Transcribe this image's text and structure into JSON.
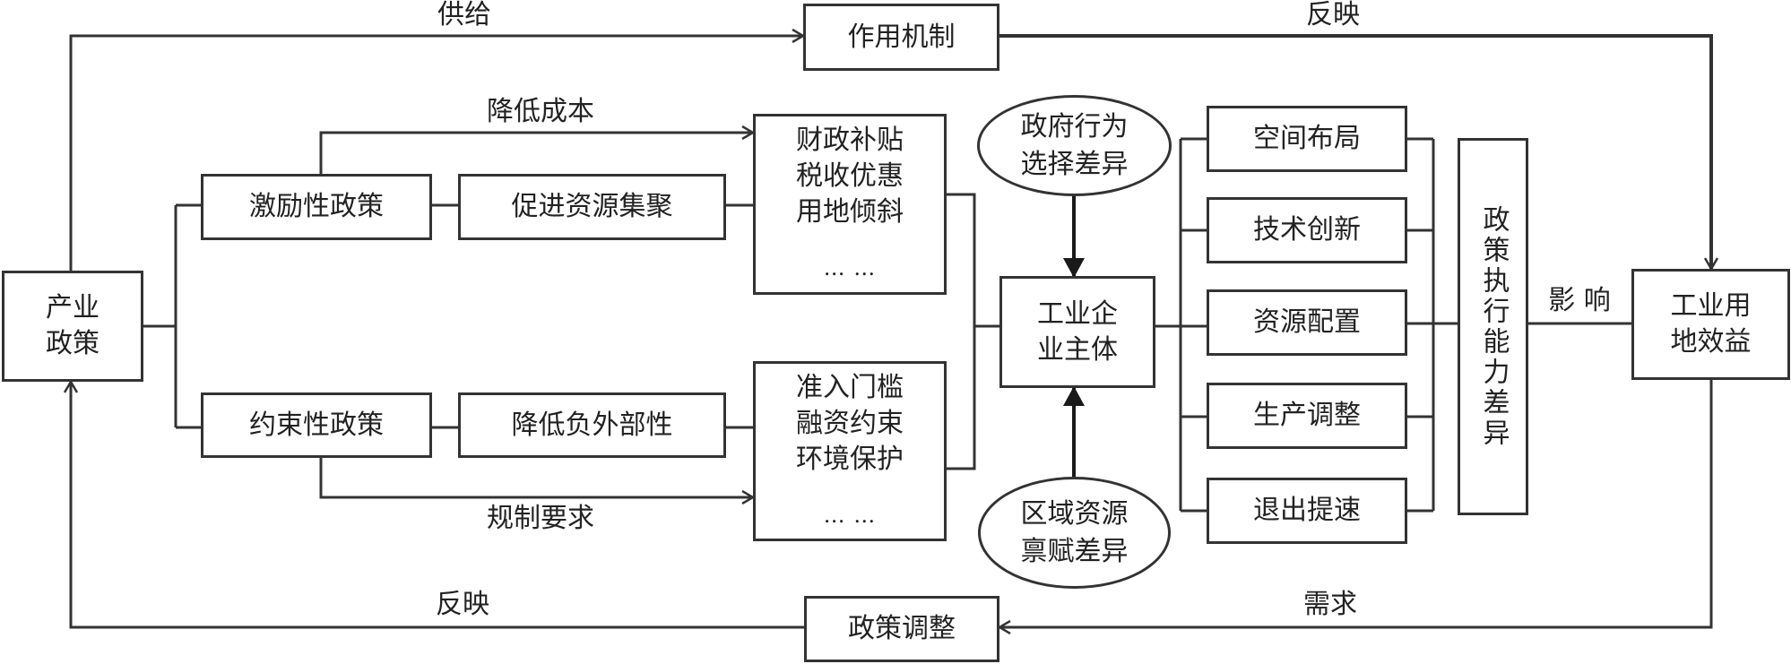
{
  "diagram": {
    "nodes": {
      "industrial_policy": [
        "产业",
        "政策"
      ],
      "mechanism": "作用机制",
      "incentive_policy": "激励性政策",
      "constraint_policy": "约束性政策",
      "promote_aggregation": "促进资源集聚",
      "reduce_externality": "降低负外部性",
      "incentive_measures": [
        "财政补贴",
        "税收优惠",
        "用地倾斜",
        "… …"
      ],
      "constraint_measures": [
        "准入门槛",
        "融资约束",
        "环境保护",
        "… …"
      ],
      "gov_behavior": [
        "政府行为",
        "选择差异"
      ],
      "regional_endowment": [
        "区域资源",
        "禀赋差异"
      ],
      "enterprise": [
        "工业企",
        "业主体"
      ],
      "channels": [
        "空间布局",
        "技术创新",
        "资源配置",
        "生产调整",
        "退出提速"
      ],
      "execution_capacity": "政策执行能力差异",
      "land_benefit": [
        "工业用",
        "地效益"
      ],
      "policy_adjust": "政策调整"
    },
    "edge_labels": {
      "supply": "供给",
      "reflect_top": "反映",
      "reduce_cost": "降低成本",
      "regulation": "规制要求",
      "influence": "影 响",
      "demand": "需求",
      "reflect_bottom": "反映"
    },
    "colors": {
      "line": "#333333",
      "text": "#222222",
      "background": "#ffffff"
    }
  }
}
